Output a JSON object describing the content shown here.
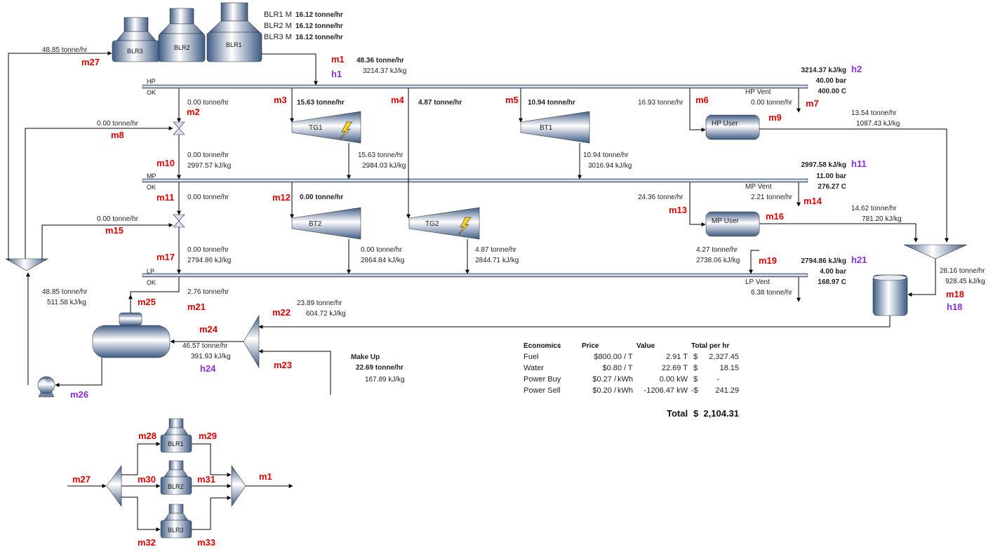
{
  "colors": {
    "equipment_dark": "#3d5a84",
    "equipment_light": "#ffffff",
    "stream_label": "#e00000",
    "enthalpy_label": "#8a2be2",
    "bolt": "#ffd21f"
  },
  "boilers": {
    "labels": [
      "BLR3",
      "BLR2",
      "BLR1"
    ],
    "mass": [
      {
        "name": "BLR1 M",
        "value": "16.12 tonne/hr"
      },
      {
        "name": "BLR2 M",
        "value": "16.12 tonne/hr"
      },
      {
        "name": "BLR3 M",
        "value": "16.12 tonne/hr"
      }
    ]
  },
  "headers": {
    "hp": {
      "name": "HP",
      "ok": "OK",
      "h": "3214.37 kJ/kg",
      "p": "40.00 bar",
      "t": "400.00 C",
      "hlabel": "h2"
    },
    "mp": {
      "name": "MP",
      "ok": "OK",
      "h": "2997.58 kJ/kg",
      "p": "11.00 bar",
      "t": "276.27 C",
      "hlabel": "h11"
    },
    "lp": {
      "name": "LP",
      "ok": "OK",
      "h": "2794.86 kJ/kg",
      "p": "4.00 bar",
      "t": "168.97 C",
      "hlabel": "h21"
    }
  },
  "equipment": {
    "tg1": "TG1",
    "bt1": "BT1",
    "bt2": "BT2",
    "tg2": "TG2",
    "hp_user": "HP User",
    "mp_user": "MP User",
    "hp_vent": "HP Vent",
    "mp_vent": "MP Vent",
    "lp_vent": "LP Vent",
    "make_up": "Make Up"
  },
  "streams": {
    "m1": "m1",
    "h1": "h1",
    "m1_flow": "48.36 tonne/hr",
    "m1_h": "3214.37 kJ/kg",
    "m27": "m27",
    "m27_flow": "48.85 tonne/hr",
    "m2": "m2",
    "m2_flow": "0.00 tonne/hr",
    "m3": "m3",
    "m3_flow": "15.63 tonne/hr",
    "m4": "m4",
    "m4_flow": "4.87 tonne/hr",
    "m5": "m5",
    "m5_flow": "10.94 tonne/hr",
    "m6": "m6",
    "m6_flow": "16.93 tonne/hr",
    "m7": "m7",
    "m7_flow": "0.00 tonne/hr",
    "m8": "m8",
    "m8_flow": "0.00 tonne/hr",
    "m9": "m9",
    "m9_flow": "13.54 tonne/hr",
    "m9_h": "1087.43 kJ/kg",
    "m10": "m10",
    "m10_flow": "0.00 tonne/hr",
    "m10_h": "2997.57 kJ/kg",
    "tg1_out_flow": "15.63 tonne/hr",
    "tg1_out_h": "2984.03 kJ/kg",
    "bt1_out_flow": "10.94 tonne/hr",
    "bt1_out_h": "3016.94 kJ/kg",
    "m11": "m11",
    "m11_flow": "0.00 tonne/hr",
    "m12": "m12",
    "m12_flow": "0.00 tonne/hr",
    "m13": "m13",
    "m13_flow": "24.36 tonne/hr",
    "m14": "m14",
    "m14_flow": "2.21 tonne/hr",
    "m15": "m15",
    "m15_flow": "0.00 tonne/hr",
    "m16": "m16",
    "m16_flow": "14.62 tonne/hr",
    "m16_h": "781.20 kJ/kg",
    "m17": "m17",
    "m17_flow": "0.00 tonne/hr",
    "m17_h": "2794.86 kJ/kg",
    "bt2_out_flow": "0.00 tonne/hr",
    "bt2_out_h": "2864.84 kJ/kg",
    "tg2_out_flow": "4.87 tonne/hr",
    "tg2_out_h": "2844.71 kJ/kg",
    "mp_user_out_flow": "4.27 tonne/hr",
    "mp_user_out_h": "2738.06 kJ/kg",
    "m19": "m19",
    "m18": "m18",
    "h18": "h18",
    "m18_flow": "28.16 tonne/hr",
    "m18_h": "928.45 kJ/kg",
    "m21": "m21",
    "m21_flow": "2.76 tonne/hr",
    "lp_vent_flow": "6.38 tonne/hr",
    "m22": "m22",
    "m22_flow": "23.89 tonne/hr",
    "m22_h": "604.72 kJ/kg",
    "m23": "m23",
    "make_up_flow": "22.69 tonne/hr",
    "make_up_h": "167.89 kJ/kg",
    "m24": "m24",
    "h24": "h24",
    "m24_flow": "46.57 tonne/hr",
    "m24_h": "391.93 kJ/kg",
    "m25": "m25",
    "m26": "m26",
    "pump_out_flow": "48.85 tonne/hr",
    "pump_out_h": "511.58 kJ/kg"
  },
  "inset": {
    "blr1": "BLR1",
    "blr2": "BLR2",
    "blr3": "BLR3",
    "m27": "m27",
    "m28": "m28",
    "m29": "m29",
    "m30": "m30",
    "m31": "m31",
    "m32": "m32",
    "m33": "m33",
    "m1": "m1"
  },
  "economics": {
    "headers": {
      "item": "Economics",
      "price": "Price",
      "value": "Value",
      "total": "Total per hr"
    },
    "rows": [
      {
        "item": "Fuel",
        "price": "$800.00",
        "unit": "/ T",
        "value": "2.91 T",
        "cur": "$",
        "total": "2,327.45"
      },
      {
        "item": "Water",
        "price": "$0.80",
        "unit": "/ T",
        "value": "22.69 T",
        "cur": "$",
        "total": "18.15"
      },
      {
        "item": "Power Buy",
        "price": "$0.27 /",
        "unit": "kWh",
        "value": "0.00 kW",
        "cur": "$",
        "total": "-"
      },
      {
        "item": "Power Sell",
        "price": "$0.20 /",
        "unit": "kWh",
        "value": "-1206.47 kW",
        "cur": "-$",
        "total": "241.29"
      }
    ],
    "total_label": "Total",
    "total_cur": "$",
    "total_value": "2,104.31"
  }
}
